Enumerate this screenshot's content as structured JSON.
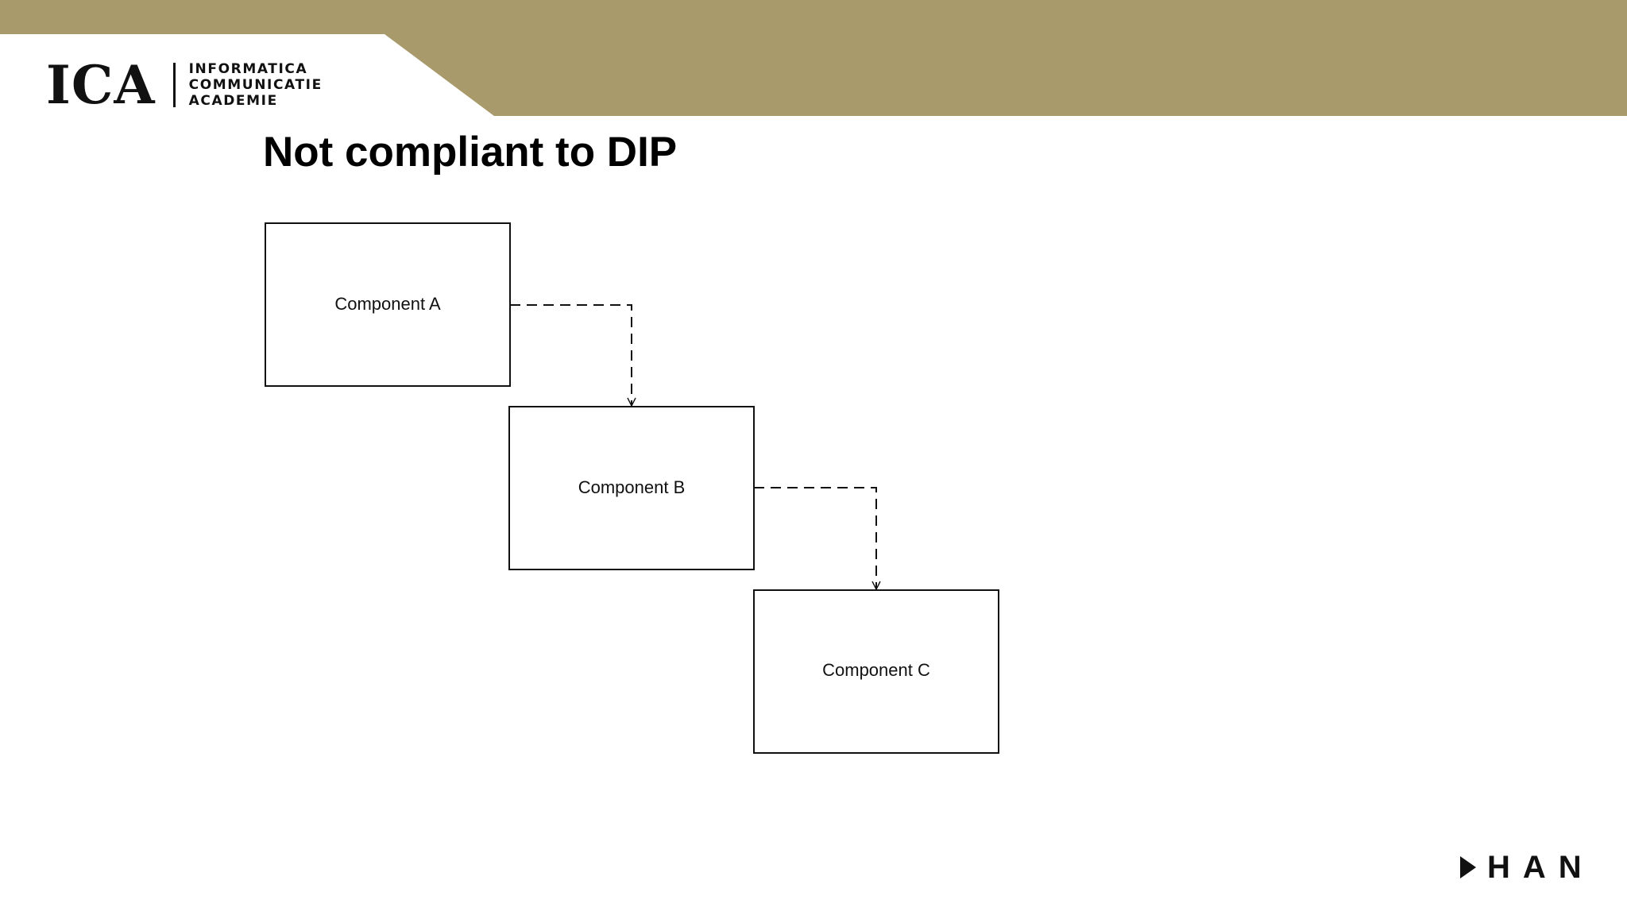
{
  "header": {
    "logo_mark": "ICA",
    "logo_lines": [
      "INFORMATICA",
      "COMMUNICATIE",
      "ACADEMIE"
    ],
    "band_color": "#a89a6a"
  },
  "slide": {
    "title": "Not compliant to DIP"
  },
  "diagram": {
    "components": [
      {
        "label": "Component A"
      },
      {
        "label": "Component B"
      },
      {
        "label": "Component C"
      }
    ],
    "dependencies": [
      {
        "from": "Component A",
        "to": "Component B",
        "style": "dashed"
      },
      {
        "from": "Component B",
        "to": "Component C",
        "style": "dashed"
      }
    ]
  },
  "footer": {
    "brand_icon": "play-triangle-icon",
    "brand_text": "HAN"
  }
}
